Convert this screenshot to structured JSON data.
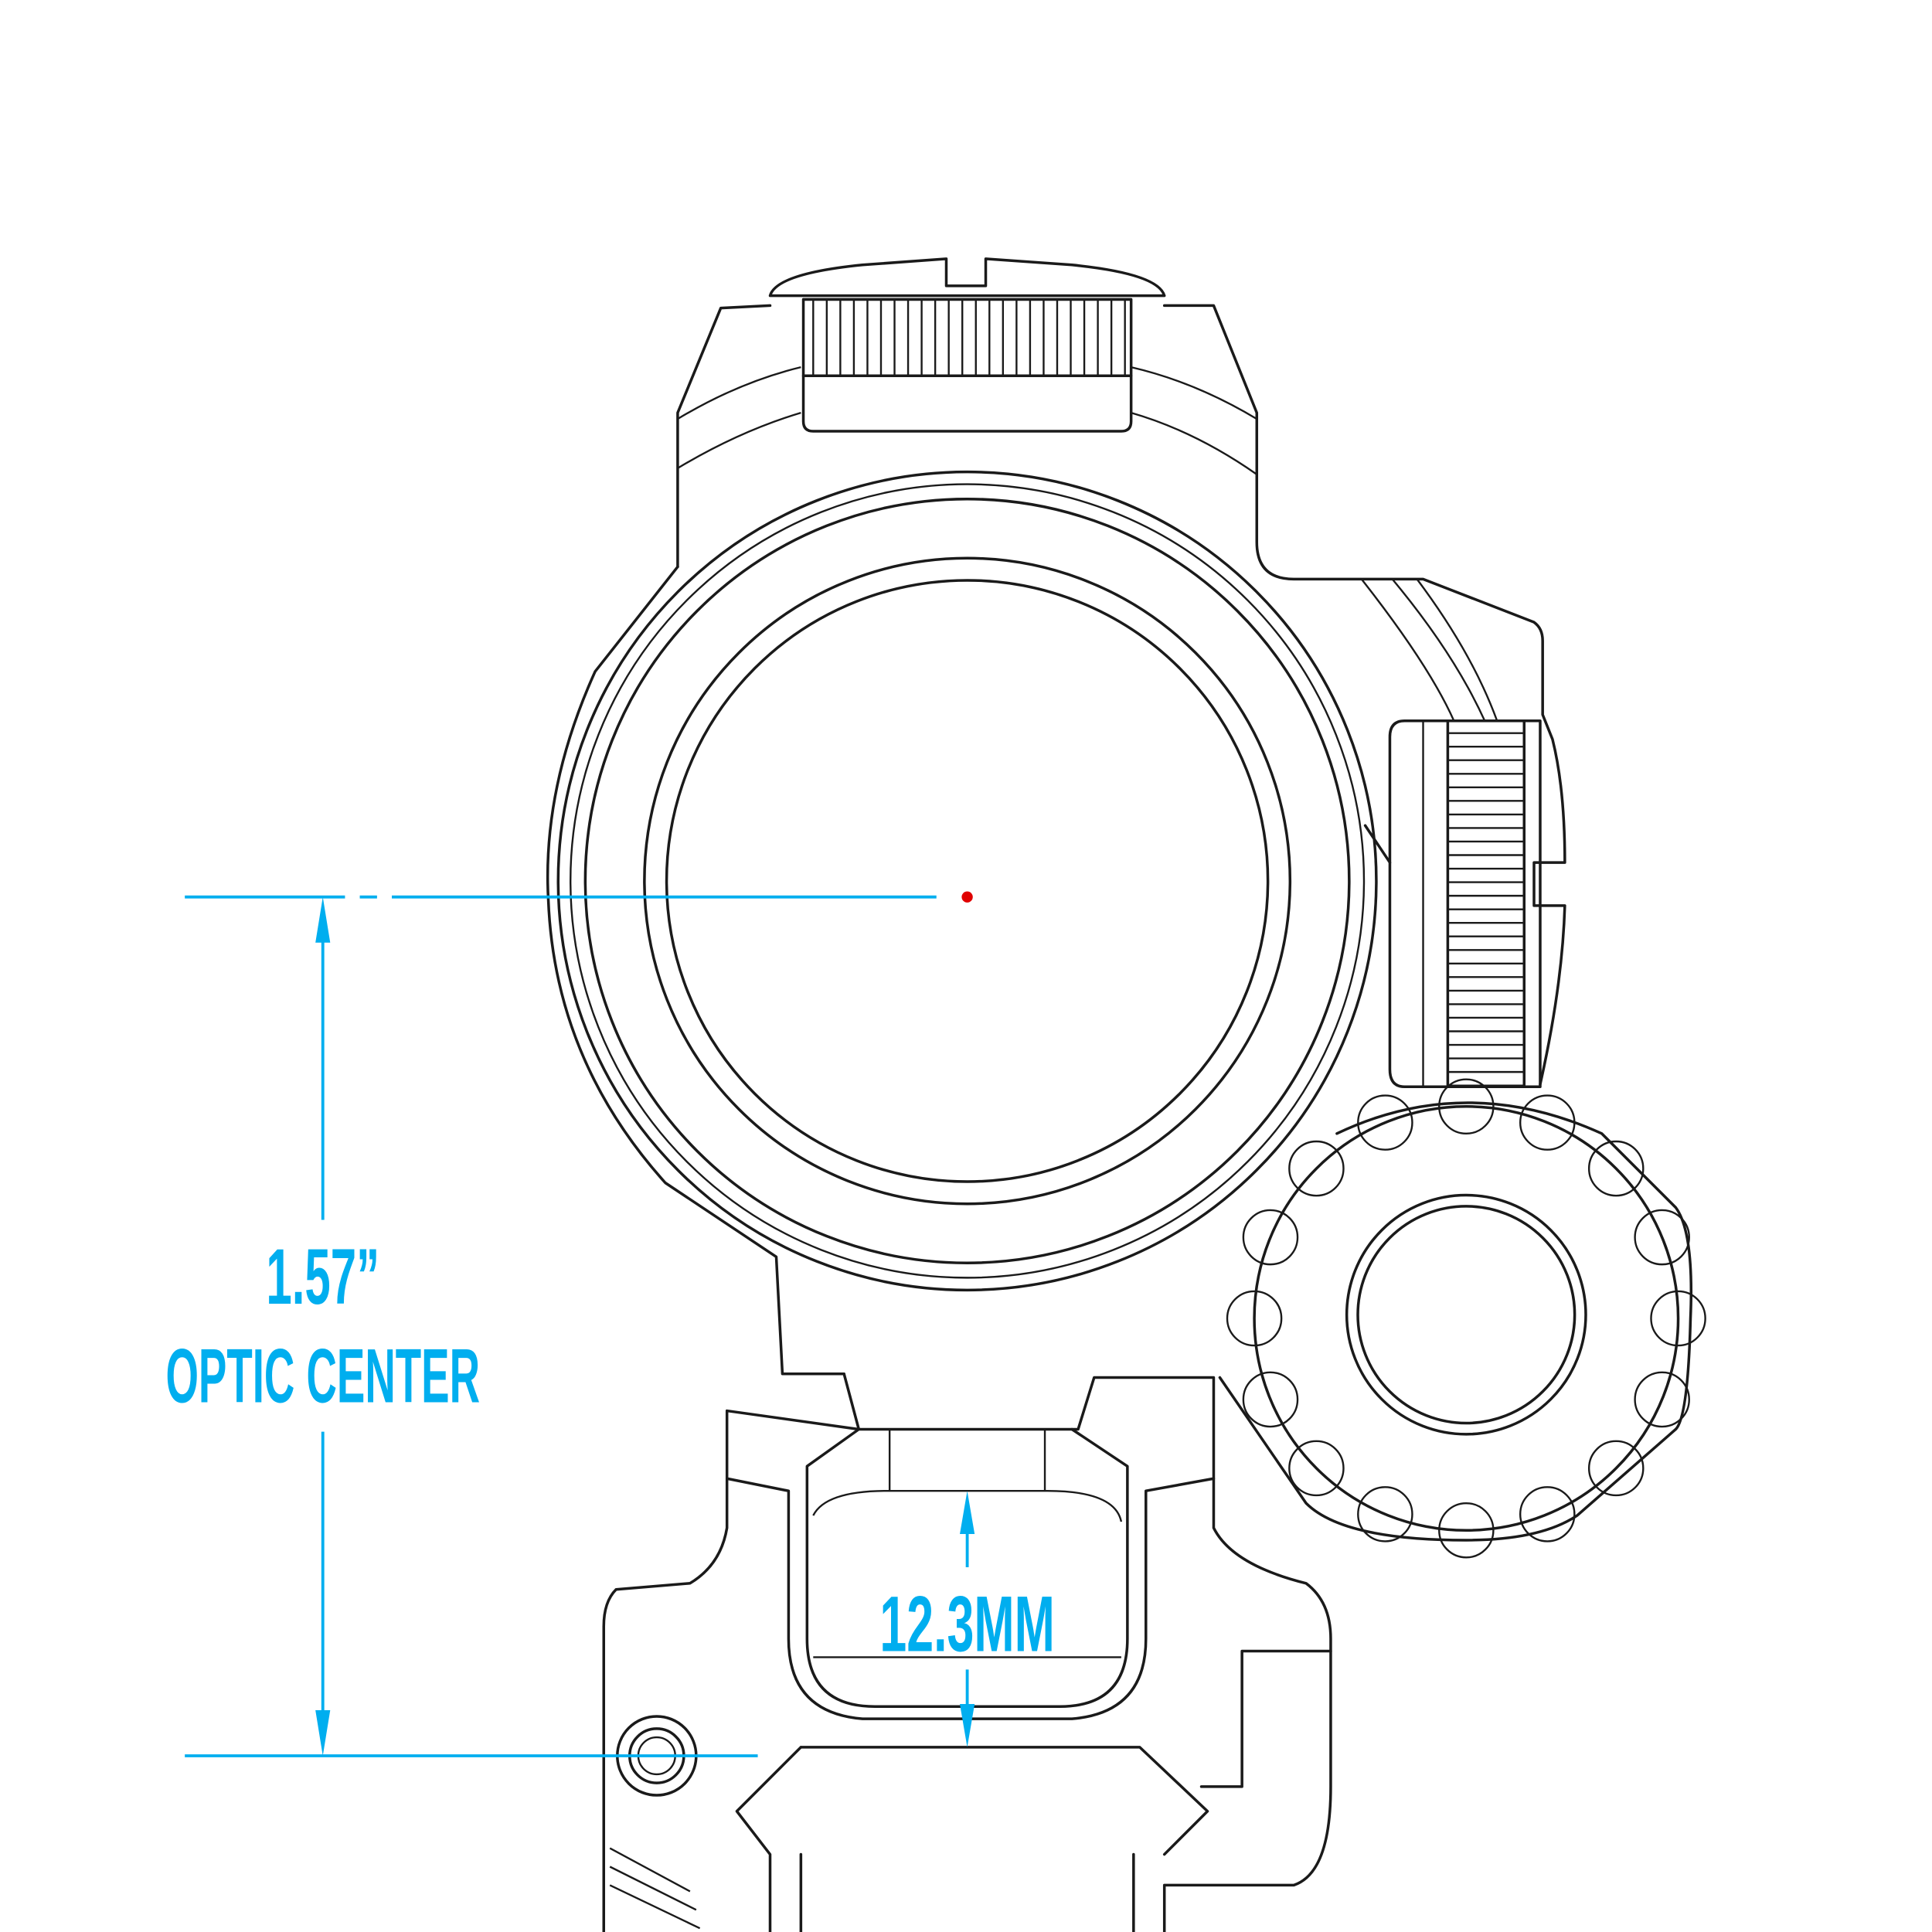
{
  "dimensions": {
    "height_value": "1.57”",
    "height_label": "OPTIC CENTER",
    "gap_value": "12.3MM"
  },
  "colors": {
    "dimension": "#00AEEF",
    "reticle_dot": "#E00000",
    "outline": "#1A1A1A"
  }
}
